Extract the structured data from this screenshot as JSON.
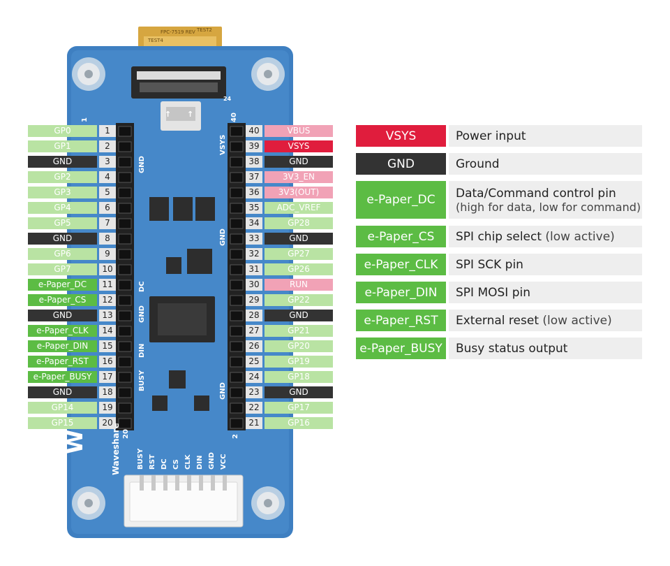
{
  "left_pins": [
    {
      "num": "1",
      "label": "GP0",
      "tone": "green-light"
    },
    {
      "num": "2",
      "label": "GP1",
      "tone": "green-light"
    },
    {
      "num": "3",
      "label": "GND",
      "tone": "gnd"
    },
    {
      "num": "4",
      "label": "GP2",
      "tone": "green-light"
    },
    {
      "num": "5",
      "label": "GP3",
      "tone": "green-light"
    },
    {
      "num": "6",
      "label": "GP4",
      "tone": "green-light"
    },
    {
      "num": "7",
      "label": "GP5",
      "tone": "green-light"
    },
    {
      "num": "8",
      "label": "GND",
      "tone": "gnd"
    },
    {
      "num": "9",
      "label": "GP6",
      "tone": "green-light"
    },
    {
      "num": "10",
      "label": "GP7",
      "tone": "green-light"
    },
    {
      "num": "11",
      "label": "e-Paper_DC",
      "tone": "green"
    },
    {
      "num": "12",
      "label": "e-Paper_CS",
      "tone": "green"
    },
    {
      "num": "13",
      "label": "GND",
      "tone": "gnd"
    },
    {
      "num": "14",
      "label": "e-Paper_CLK",
      "tone": "green"
    },
    {
      "num": "15",
      "label": "e-Paper_DIN",
      "tone": "green"
    },
    {
      "num": "16",
      "label": "e-Paper_RST",
      "tone": "green"
    },
    {
      "num": "17",
      "label": "e-Paper_BUSY",
      "tone": "green"
    },
    {
      "num": "18",
      "label": "GND",
      "tone": "gnd"
    },
    {
      "num": "19",
      "label": "GP14",
      "tone": "green-light"
    },
    {
      "num": "20",
      "label": "GP15",
      "tone": "green-light"
    }
  ],
  "right_pins": [
    {
      "num": "40",
      "label": "VBUS",
      "tone": "pink"
    },
    {
      "num": "39",
      "label": "VSYS",
      "tone": "red"
    },
    {
      "num": "38",
      "label": "GND",
      "tone": "gnd"
    },
    {
      "num": "37",
      "label": "3V3_EN",
      "tone": "pink"
    },
    {
      "num": "36",
      "label": "3V3(OUT)",
      "tone": "pink"
    },
    {
      "num": "35",
      "label": "ADC_VREF",
      "tone": "green-light"
    },
    {
      "num": "34",
      "label": "GP28",
      "tone": "green-light"
    },
    {
      "num": "33",
      "label": "GND",
      "tone": "gnd"
    },
    {
      "num": "32",
      "label": "GP27",
      "tone": "green-light"
    },
    {
      "num": "31",
      "label": "GP26",
      "tone": "green-light"
    },
    {
      "num": "30",
      "label": "RUN",
      "tone": "pink"
    },
    {
      "num": "29",
      "label": "GP22",
      "tone": "green-light"
    },
    {
      "num": "28",
      "label": "GND",
      "tone": "gnd"
    },
    {
      "num": "27",
      "label": "GP21",
      "tone": "green-light"
    },
    {
      "num": "26",
      "label": "GP20",
      "tone": "green-light"
    },
    {
      "num": "25",
      "label": "GP19",
      "tone": "green-light"
    },
    {
      "num": "24",
      "label": "GP18",
      "tone": "green-light"
    },
    {
      "num": "23",
      "label": "GND",
      "tone": "gnd"
    },
    {
      "num": "22",
      "label": "GP17",
      "tone": "green-light"
    },
    {
      "num": "21",
      "label": "GP16",
      "tone": "green-light"
    }
  ],
  "legend": [
    {
      "name": "VSYS",
      "tone": "red",
      "desc": "Power input",
      "note": "",
      "line2": ""
    },
    {
      "name": "GND",
      "tone": "gnd",
      "desc": "Ground",
      "note": "",
      "line2": ""
    },
    {
      "name": "e-Paper_DC",
      "tone": "green",
      "desc": "Data/Command control pin",
      "note": "",
      "line2": "(high for data, low for command)"
    },
    {
      "name": "e-Paper_CS",
      "tone": "green",
      "desc": "SPI chip select ",
      "note": "(low active)",
      "line2": ""
    },
    {
      "name": "e-Paper_CLK",
      "tone": "green",
      "desc": "SPI  SCK pin",
      "note": "",
      "line2": ""
    },
    {
      "name": "e-Paper_DIN",
      "tone": "green",
      "desc": "SPI MOSI pin",
      "note": "",
      "line2": ""
    },
    {
      "name": "e-Paper_RST",
      "tone": "green",
      "desc": "External reset ",
      "note": "(low active)",
      "line2": ""
    },
    {
      "name": "e-Paper_BUSY",
      "tone": "green",
      "desc": "Busy status output",
      "note": "",
      "line2": ""
    }
  ],
  "board": {
    "brand": "Waveshare",
    "connector_pins": [
      "BUSY",
      "RST",
      "DC",
      "CS",
      "CLK",
      "DIN",
      "GND",
      "VCC"
    ],
    "left_silk": [
      "GND",
      "DC",
      "GND",
      "DIN",
      "BUSY"
    ],
    "right_silk": [
      "VSYS",
      "GND",
      "GND"
    ],
    "fpc_text": "FPC-7519 REV",
    "test_labels": [
      "TEST2",
      "TEST4"
    ],
    "header_marks": [
      "1",
      "20",
      "40",
      "2",
      "24"
    ]
  },
  "colors": {
    "board": "#3e7fc1",
    "green": "#5cbc44",
    "green_light": "#b9e3a3",
    "gnd": "#333333",
    "pink": "#f1a2b6",
    "red": "#e01d3d"
  }
}
